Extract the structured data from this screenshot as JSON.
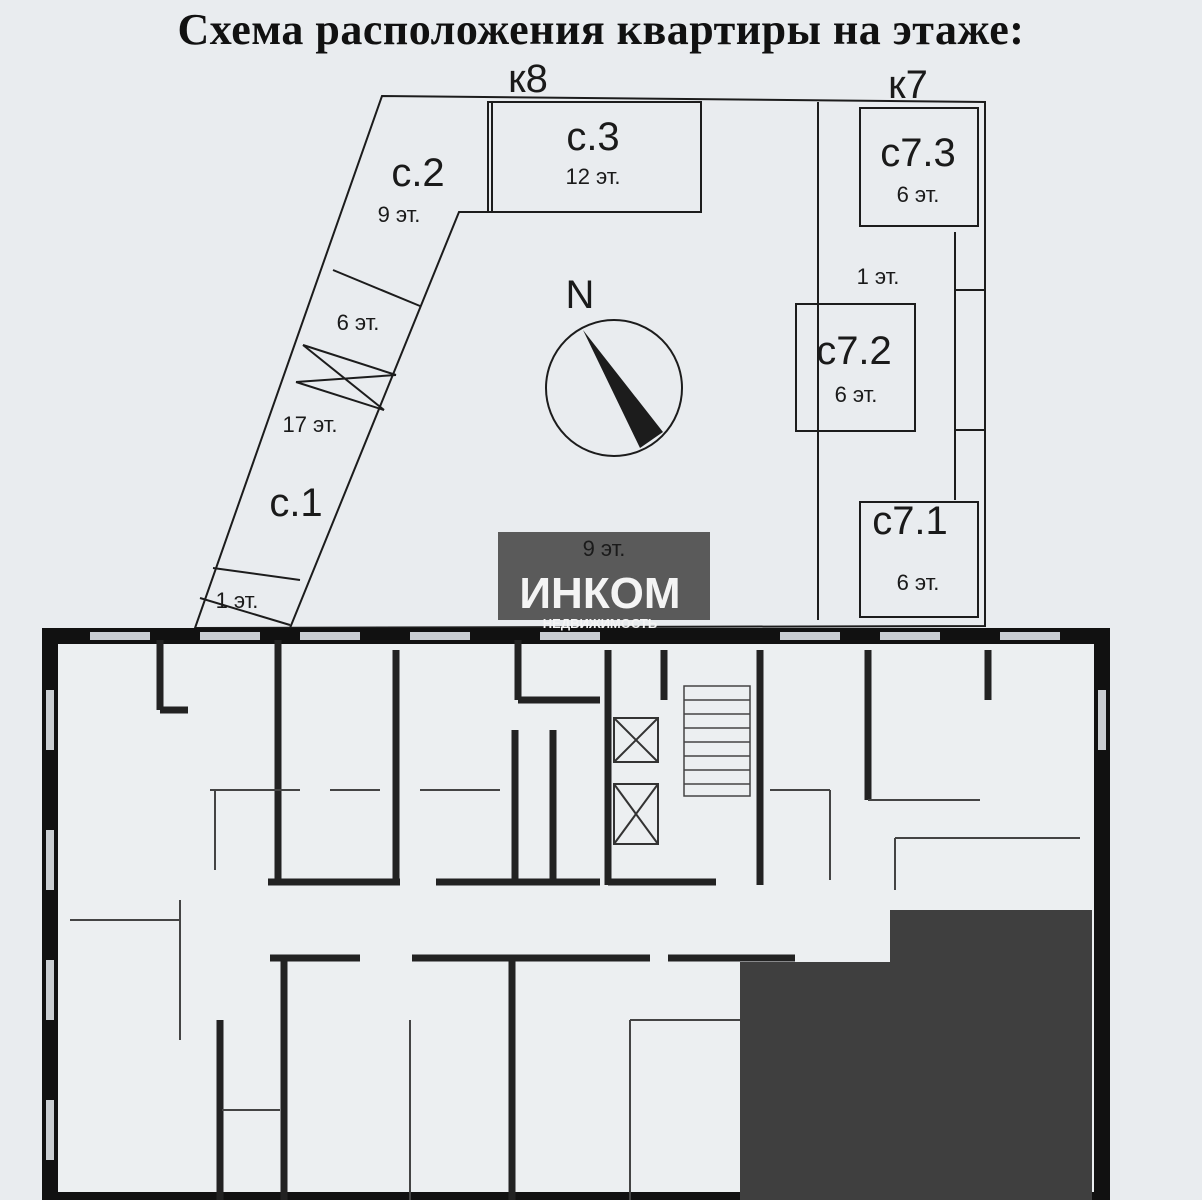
{
  "title": "Схема расположения квартиры на этаже:",
  "labels": {
    "k8": "к8",
    "k7": "к7",
    "s2": "с.2",
    "s2_floors": "9 эт.",
    "s3": "с.3",
    "s3_floors": "12 эт.",
    "s73": "с7.3",
    "s73_floors": "6 эт.",
    "s72": "с7.2",
    "s72_floors": "6 эт.",
    "s71": "с7.1",
    "s71_floors": "6 эт.",
    "s1": "с.1",
    "s1_floors": "17 эт.",
    "six_floors": "6 эт.",
    "one_floor_left": "1 эт.",
    "one_floor_right": "1 эт.",
    "nine_floors": "9 эт.",
    "north": "N"
  },
  "watermark": {
    "brand": "ИНКОМ",
    "sub": "НЕДВИЖИМОСТЬ"
  },
  "colors": {
    "background": "#e9ecef",
    "line": "#1c1c1c",
    "highlight": "#3a3a3a",
    "accent_dark": "#555555"
  }
}
